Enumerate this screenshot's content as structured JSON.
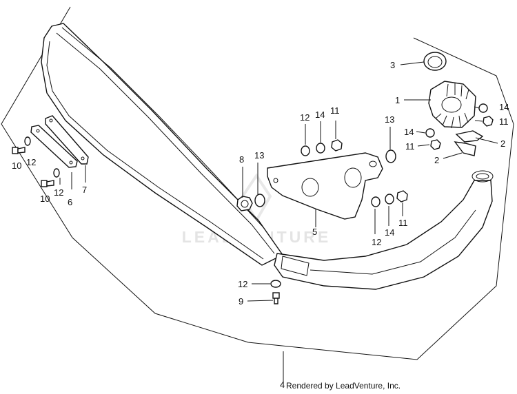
{
  "watermark": "LEADVENTURE",
  "credit": "Rendered by LeadVenture, Inc.",
  "callouts": {
    "c1": "1",
    "c2a": "2",
    "c2b": "2",
    "c3": "3",
    "c4": "4",
    "c5": "5",
    "c6": "6",
    "c7": "7",
    "c8": "8",
    "c9": "9",
    "c10a": "10",
    "c10b": "10",
    "c11a": "11",
    "c11b": "11",
    "c11c": "11",
    "c11d": "11",
    "c12a": "12",
    "c12b": "12",
    "c12c": "12",
    "c12d": "12",
    "c12e": "12",
    "c13a": "13",
    "c13b": "13",
    "c14a": "14",
    "c14b": "14",
    "c14c": "14",
    "c14d": "14"
  }
}
